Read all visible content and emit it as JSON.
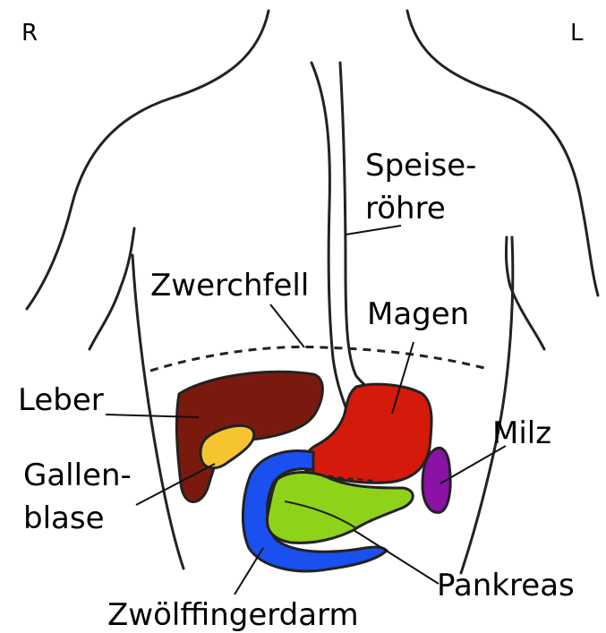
{
  "side_markers": {
    "right": "R",
    "left": "L"
  },
  "labels": {
    "speiseroehre_1": "Speise-",
    "speiseroehre_2": "röhre",
    "zwerchfell": "Zwerchfell",
    "magen": "Magen",
    "leber": "Leber",
    "milz": "Milz",
    "gallenblase_1": "Gallen-",
    "gallenblase_2": "blase",
    "pankreas": "Pankreas",
    "zwoelffingerdarm": "Zwölffingerdarm"
  },
  "colors": {
    "liver": "#7a1a0e",
    "gallbladder": "#f7c431",
    "stomach": "#d41a0a",
    "spleen": "#8a12a6",
    "duodenum": "#1a4ff0",
    "pancreas": "#8fd21a",
    "outline": "#222222"
  }
}
